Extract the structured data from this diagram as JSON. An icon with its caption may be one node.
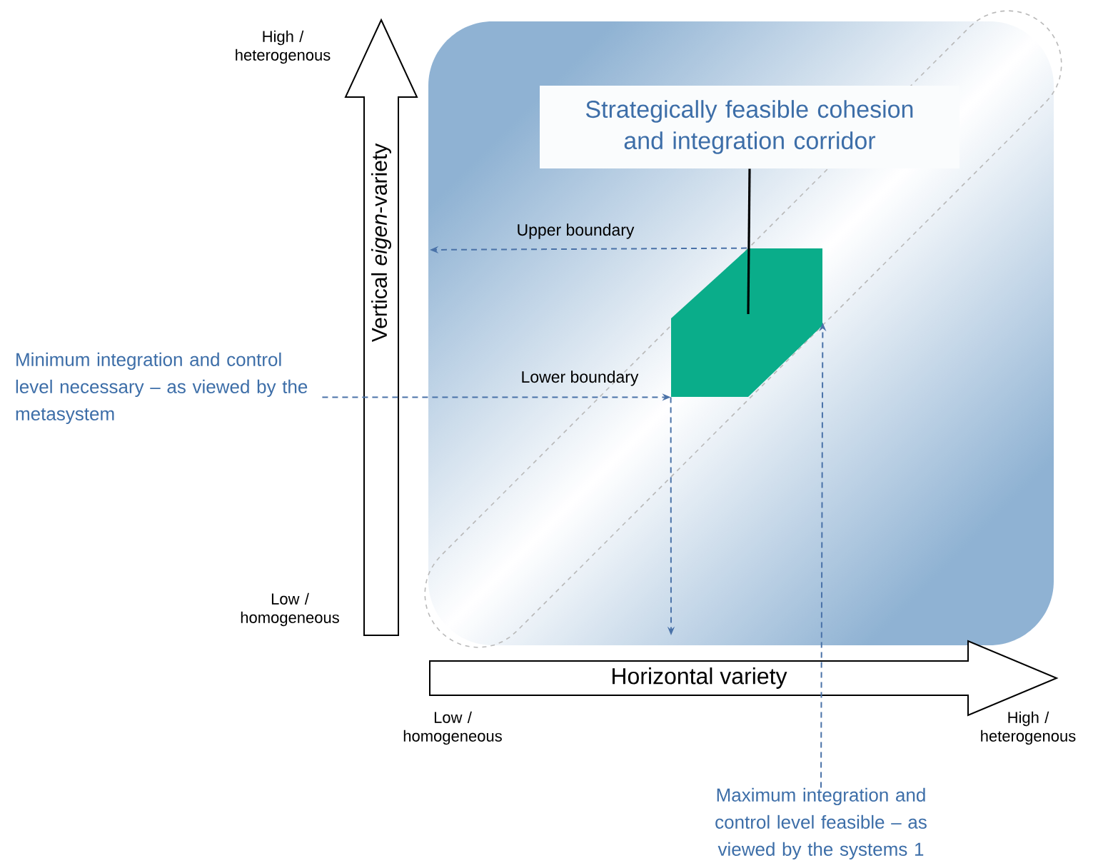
{
  "diagram": {
    "nodes": [
      {
        "text": [
          "Vertical *eigen*-variety"
        ],
        "beside": [
          "High / heterogenous",
          "Low / homogeneous"
        ]
      },
      {
        "text": [
          "Horizontal variety"
        ],
        "beside": [
          "Low / homogeneous",
          "High / heterogenous"
        ]
      },
      {
        "text": [
          "Strategically feasible cohesion and integration corridor"
        ]
      },
      {
        "text": [],
        "shape": "hexagon"
      },
      {
        "text": [
          "Minimum integration and control level necessary – as viewed by the metasystem"
        ]
      },
      {
        "text": [
          "Maximum integration and control level feasible – as viewed by the systems 1"
        ]
      }
    ],
    "edges": [
      {
        "from": 2,
        "to": 3,
        "arrow": "none",
        "color": "#000000"
      },
      {
        "from": 3,
        "to": null,
        "arrow": "to",
        "style": "dashed",
        "label": "Upper boundary"
      },
      {
        "from": 4,
        "to": 3,
        "arrow": "to",
        "style": "dashed",
        "label": "Lower boundary"
      },
      {
        "from": 3,
        "to": null,
        "arrow": "to",
        "style": "dashed"
      },
      {
        "from": 5,
        "to": 3,
        "arrow": "to",
        "style": "dashed"
      }
    ]
  }
}
